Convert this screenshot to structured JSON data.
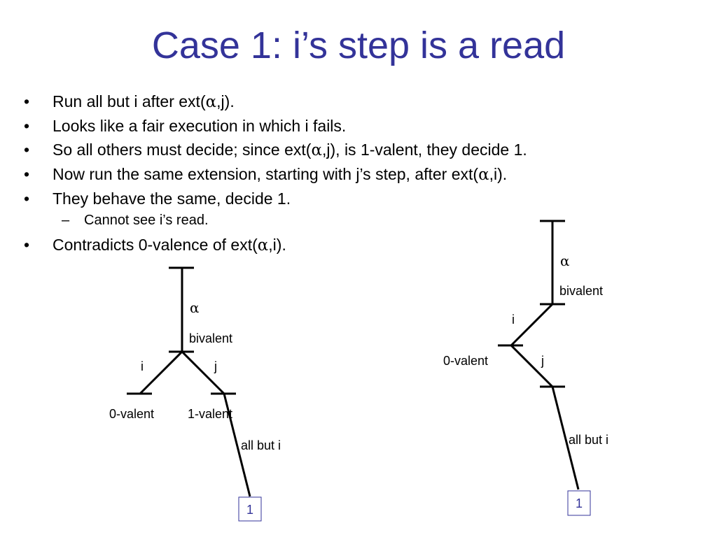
{
  "title": "Case 1:  i’s step is a read",
  "bullets": [
    {
      "text_a": "Run all but i after ext(",
      "alpha": "α",
      "text_b": ",j)."
    },
    {
      "text": "Looks like a fair execution in which i fails."
    },
    {
      "text_a": "So all others must decide; since ext(",
      "alpha": "α",
      "text_b": ",j), is 1-valent, they decide 1."
    },
    {
      "text_a": "Now run the same extension, starting with j’s step, after ext(",
      "alpha": "α",
      "text_b": ",i)."
    },
    {
      "text": "They behave the same, decide 1."
    },
    {
      "text_a": "Contradicts 0-valence of ext(",
      "alpha": "α",
      "text_b": ",i)."
    }
  ],
  "sub_bullet": {
    "dash": "–",
    "text": "Cannot see i’s read."
  },
  "bullet_marker": "•",
  "left_diagram": {
    "alpha": "α",
    "state_label": "bivalent",
    "left_branch": "i",
    "right_branch": "j",
    "left_result": "0-valent",
    "right_result": "1-valent",
    "path_label": "all but i",
    "decision": "1"
  },
  "right_diagram": {
    "alpha": "α",
    "state_label": "bivalent",
    "first_step": "i",
    "mid_result": "0-valent",
    "second_step": "j",
    "path_label": "all but i",
    "decision": "1"
  },
  "colors": {
    "title": "#333399",
    "text": "#000000",
    "decision_box": "#333399"
  }
}
